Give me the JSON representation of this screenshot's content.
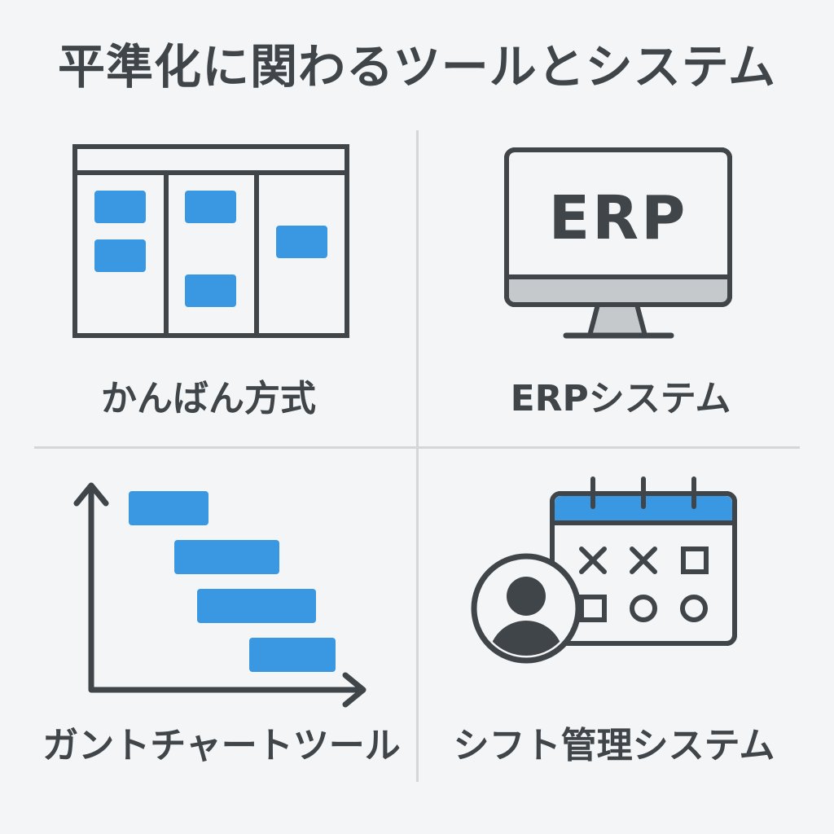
{
  "title": "平準化に関わるツールとシステム",
  "colors": {
    "stroke": "#3f4549",
    "accent_blue": "#3a97e1",
    "light_gray": "#c5c9cc",
    "background": "#f4f5f6",
    "divider": "#d3d7da"
  },
  "quadrants": {
    "kanban": {
      "label": "かんばん方式",
      "icon": "kanban-board-icon"
    },
    "erp": {
      "label": "ERPシステム",
      "screen_text": "ERP",
      "icon": "monitor-icon"
    },
    "gantt": {
      "label": "ガントチャートツール",
      "icon": "gantt-chart-icon"
    },
    "shift": {
      "label": "シフト管理システム",
      "icon": "calendar-icon",
      "person_icon": "user-icon"
    }
  }
}
